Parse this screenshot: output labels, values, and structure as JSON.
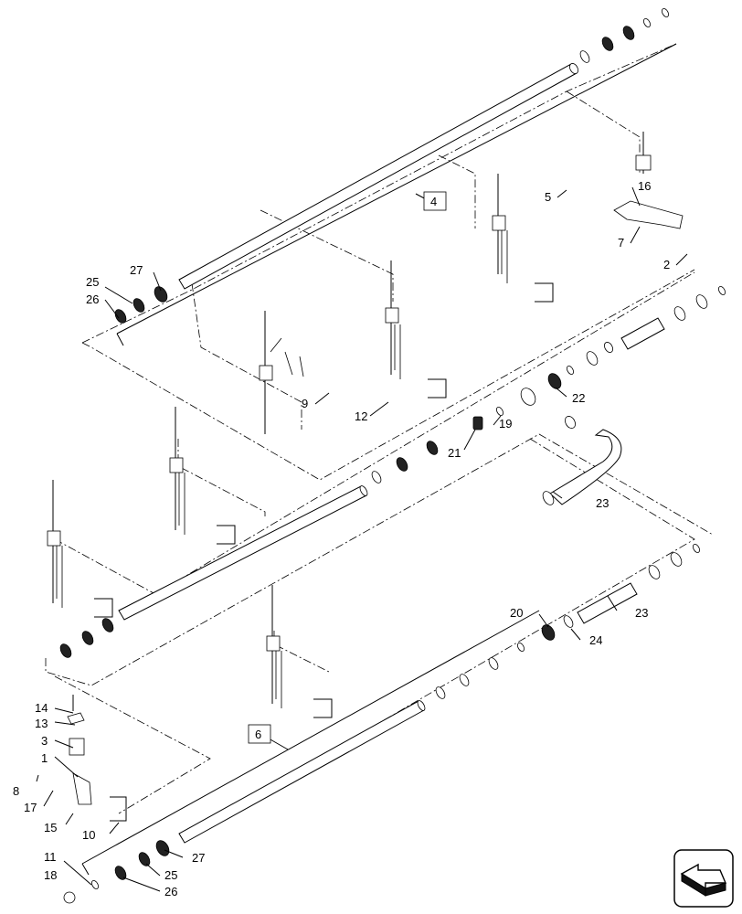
{
  "callouts": {
    "c1": "1",
    "c2": "2",
    "c3": "3",
    "c4": "4",
    "c5": "5",
    "c6": "6",
    "c7": "7",
    "c8": "8",
    "c9": "9",
    "c10": "10",
    "c11": "11",
    "c12": "12",
    "c13": "13",
    "c14": "14",
    "c15": "15",
    "c16": "16",
    "c17": "17",
    "c18": "18",
    "c19": "19",
    "c20": "20",
    "c21": "21",
    "c22": "22",
    "c23a": "23",
    "c23b": "23",
    "c24": "24",
    "c25a": "25",
    "c25b": "25",
    "c26a": "26",
    "c26b": "26",
    "c27a": "27",
    "c27b": "27"
  },
  "nav_icon": "view-direction-arrow-icon"
}
